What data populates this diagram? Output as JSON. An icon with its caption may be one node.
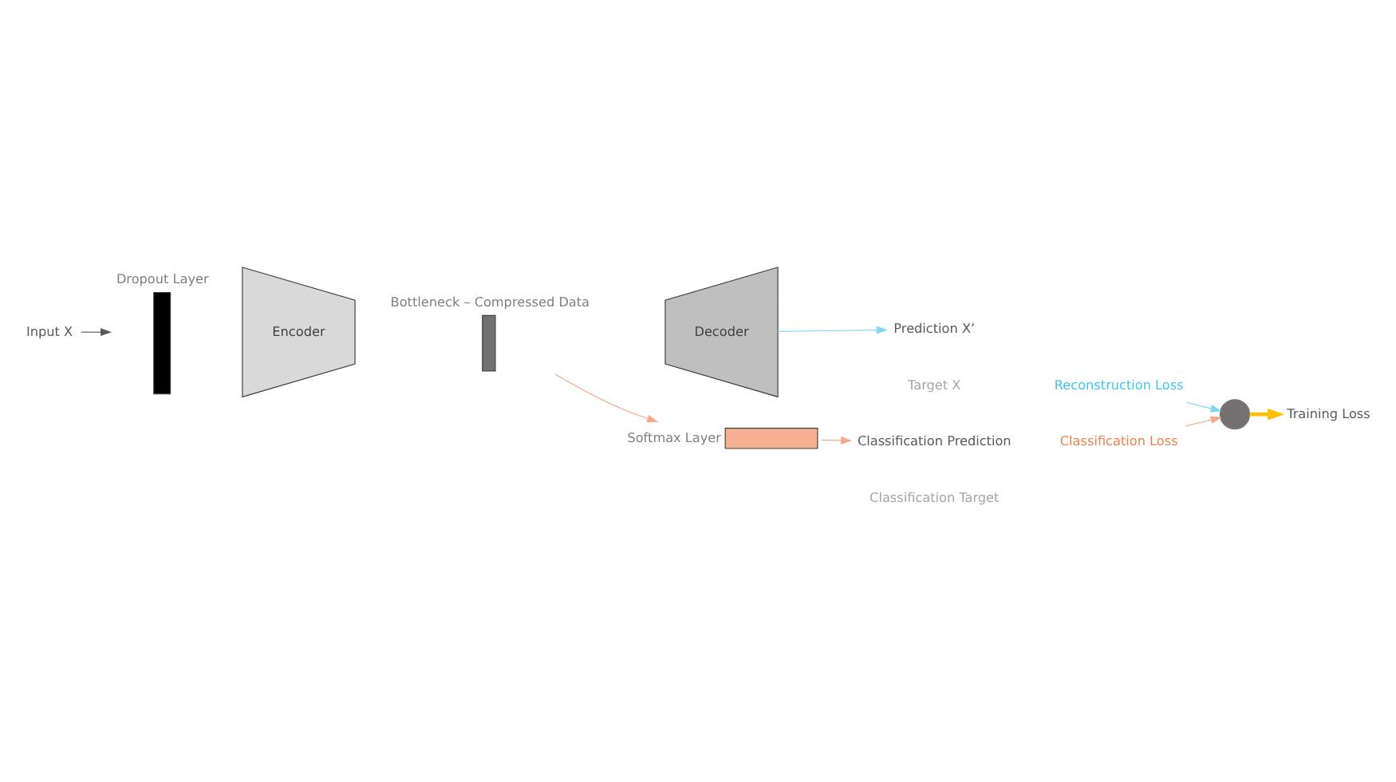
{
  "diagram": {
    "nodes": [
      {
        "text": [
          "Input X"
        ]
      },
      {
        "text": [
          "Dropout Layer"
        ]
      },
      {
        "text": [
          "Encoder"
        ]
      },
      {
        "text": [
          "Bottleneck – Compressed Data"
        ]
      },
      {
        "text": [
          "Decoder"
        ]
      },
      {
        "text": [
          "Prediction X’"
        ]
      },
      {
        "text": [
          "Target X"
        ]
      },
      {
        "text": [
          "Reconstruction Loss"
        ]
      },
      {
        "text": [
          "Softmax Layer"
        ]
      },
      {
        "text": [
          "Classification Target"
        ]
      },
      {
        "text": [
          "Classification Prediction"
        ]
      },
      {
        "text": [
          "Classification Loss"
        ]
      },
      {
        "text": [
          "Training Loss"
        ]
      },
      {
        "text": [],
        "shape": "circle"
      }
    ],
    "edges": [
      {
        "from": 0,
        "to": 1,
        "arrow": "to",
        "color": "#595959"
      },
      {
        "from": 4,
        "to": 5,
        "arrow": "to",
        "color": "#7fd8f0"
      },
      {
        "from": 3,
        "to": 8,
        "arrow": "to",
        "color": "#f4a888"
      },
      {
        "from": 8,
        "to": 10,
        "arrow": "to",
        "color": "#f4a888"
      },
      {
        "from": 7,
        "to": 13,
        "arrow": "to",
        "color": "#7fd8f0"
      },
      {
        "from": 11,
        "to": 13,
        "arrow": "to",
        "color": "#f4a888"
      },
      {
        "from": 13,
        "to": 12,
        "arrow": "to",
        "style": "thick",
        "color": "#ffc000"
      }
    ]
  }
}
